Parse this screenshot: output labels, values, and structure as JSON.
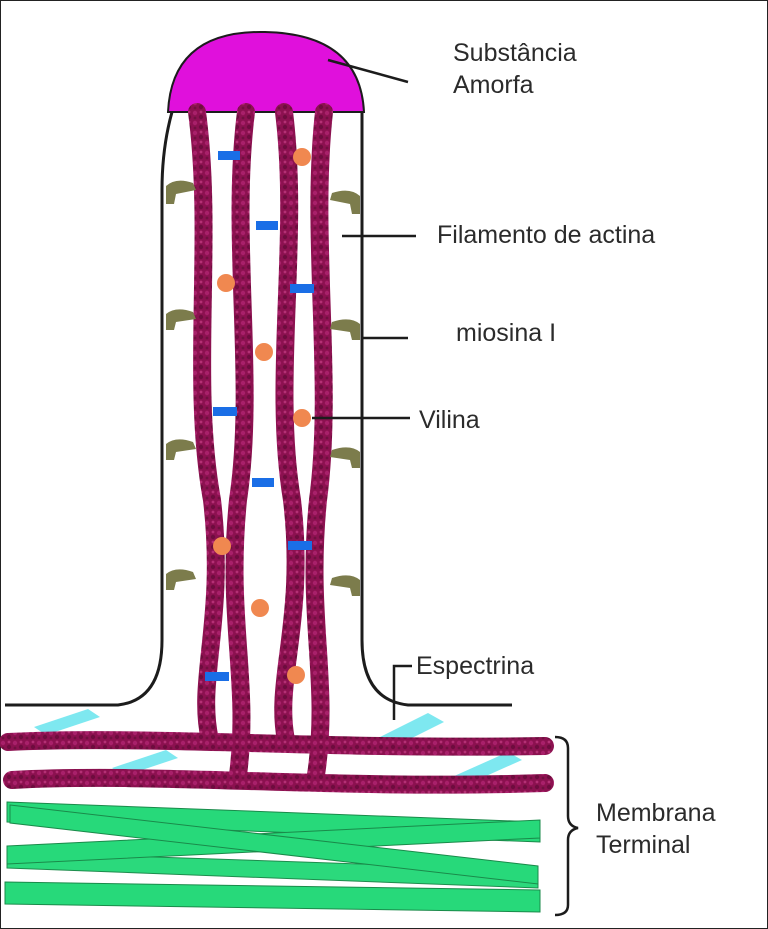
{
  "labels": {
    "substancia_amorfa": [
      "Substância",
      "Amorfa"
    ],
    "filamento_actina": "Filamento de actina",
    "miosina": "miosina I",
    "vilina": "Vilina",
    "espectrina": "Espectrina",
    "membrana_terminal": [
      "Membrana",
      "Terminal"
    ]
  },
  "colors": {
    "cap": "#e010dc",
    "actin": "#8c1150",
    "fimbrin_blue": "#1a6ee6",
    "villin_orange": "#f08850",
    "myosin": "#7c7c4c",
    "spectrin": "#7ee8f0",
    "terminal_web_green": "#27d97a",
    "outline": "#1c1c1c",
    "label_text": "#2b2b2b"
  }
}
